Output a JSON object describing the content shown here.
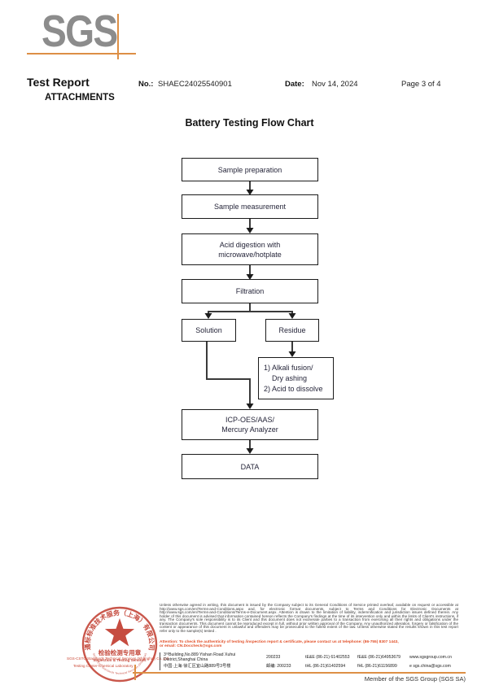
{
  "header": {
    "logo_text": "SGS",
    "report_title": "Test Report",
    "no_label": "No.:",
    "no_value": "SHAEC24025540901",
    "date_label": "Date:",
    "date_value": "Nov 14, 2024",
    "page_label": "Page 3 of 4",
    "attachments_label": "ATTACHMENTS"
  },
  "flowchart": {
    "title": "Battery Testing Flow Chart",
    "boxes": [
      {
        "id": "sample-preparation",
        "lines": [
          "Sample preparation"
        ]
      },
      {
        "id": "sample-measurement",
        "lines": [
          "Sample measurement"
        ]
      },
      {
        "id": "acid-digestion",
        "lines": [
          "Acid digestion with",
          "microwave/hotplate"
        ]
      },
      {
        "id": "filtration",
        "lines": [
          "Filtration"
        ]
      },
      {
        "id": "solution",
        "lines": [
          "Solution"
        ]
      },
      {
        "id": "residue",
        "lines": [
          "Residue"
        ]
      },
      {
        "id": "alkali-fusion",
        "lines": [
          "1) Alkali fusion/",
          "Dry ashing",
          "2) Acid to dissolve"
        ]
      },
      {
        "id": "icp-analyzer",
        "lines": [
          "ICP-OES/AAS/",
          "Mercury Analyzer"
        ]
      },
      {
        "id": "data",
        "lines": [
          "DATA"
        ]
      }
    ]
  },
  "footer": {
    "stamp": {
      "arc_top": "通标标准技术服务（上海）有限公司",
      "seal_line1": "检验检测专用章",
      "seal_line2": "Inspection & Testing Services",
      "arc_bottom": "SGS-CSTC Standards Technical Services (Shanghai) Co.,Ltd.",
      "company_line1": "SGS-CSTC Standards Technical Services (Shanghai) Co.,Ltd.",
      "company_line2": "Testing Center-Chemical Laboratory"
    },
    "disclaimer": "Unless otherwise agreed in writing, this document is issued by the Company subject to its General Conditions of Service printed overleaf, available on request or accessible at http://www.sgs.com/en/Terms-and-Conditions.aspx and, for electronic format documents, subject to Terms and Conditions for Electronic Documents at http://www.sgs.com/en/Terms-and-Conditions/Terms-e-Document.aspx. Attention is drawn to the limitation of liability, indemnification and jurisdiction issues defined therein. Any holder of this document is advised that information contained hereon reflects the Company's findings at the time of its intervention only and within the limits of Client's instructions, if any. The Company's sole responsibility is to its Client and this document does not exonerate parties to a transaction from exercising all their rights and obligations under the transaction documents. This document cannot be reproduced except in full, without prior written approval of the Company. Any unauthorized alteration, forgery or falsification of the content or appearance of this document is unlawful and offenders may be prosecuted to the fullest extent of the law. Unless otherwise stated the results shown in this test report refer only to the sample(s) tested .",
    "attention_line1": "Attention: To check the authenticity of testing /inspection report & certificate, please contact us at telephone: (86-755) 8307 1443,",
    "attention_line2": "or email: CN.Doccheck@sgs.com",
    "address": {
      "en": "3ʳᵈBuilding,No.889 Yishan Road Xuhui District,Shanghai China",
      "en_postal": "200233",
      "en_tel": "tE&E (86-21) 61402553",
      "en_fax": "fE&E (86-21)64953679",
      "en_web": "www.sgsgroup.com.cn",
      "cn": "中国·上海·徐汇区宜山路889号3号楼",
      "cn_postal": "邮编: 200233",
      "cn_tel": "tHL (86-21)61402594",
      "cn_fax": "fHL (86-21)61156899",
      "cn_email": "e sgs.china@sgs.com"
    },
    "member_text": "Member of the SGS Group (SGS SA)"
  },
  "colors": {
    "accent_orange": "#dd8f45",
    "logo_gray": "#8c8c8c",
    "stamp_red": "#c0392b",
    "attention_red": "#e2512a",
    "arrow_dark": "#3a3a3a"
  }
}
